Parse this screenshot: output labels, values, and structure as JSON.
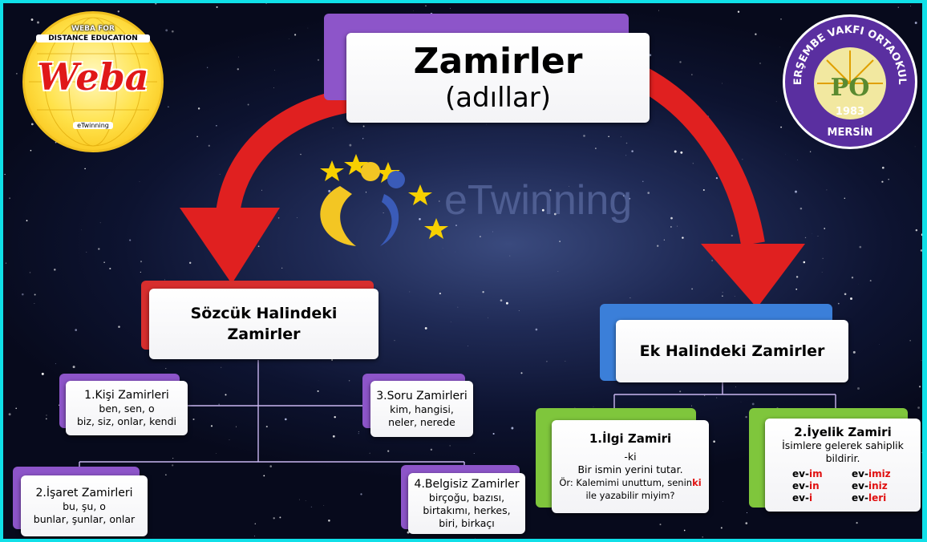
{
  "title": {
    "main": "Zamirler",
    "sub": "(adıllar)"
  },
  "logo_left": {
    "top": "WEBA FOR",
    "line2": "DISTANCE EDUCATION",
    "brand": "Weba",
    "small": "eTwinning"
  },
  "logo_right": {
    "ring": "PERŞEMBE VAKFI ORTAOKULU",
    "year": "1983",
    "city": "MERSİN"
  },
  "etwinning_logo": {
    "text": "eTwinning"
  },
  "branches": {
    "left": {
      "line1": "Sözcük Halindeki",
      "line2": "Zamirler"
    },
    "right": {
      "label": "Ek Halindeki Zamirler"
    }
  },
  "nodes": {
    "kisi": {
      "head": "1.Kişi Zamirleri",
      "l1": "ben, sen, o",
      "l2": "biz, siz, onlar, kendi"
    },
    "soru": {
      "head": "3.Soru Zamirleri",
      "l1": "kim, hangisi,",
      "l2": "neler, nerede"
    },
    "isaret": {
      "head": "2.İşaret Zamirleri",
      "l1": "bu, şu, o",
      "l2": "bunlar, şunlar, onlar"
    },
    "belgisiz": {
      "head": "4.Belgisiz Zamirler",
      "l1": "birçoğu, bazısı,",
      "l2": "birtakımı, herkes,",
      "l3": "biri, birkaçı"
    },
    "ilgi": {
      "head": "1.İlgi Zamiri",
      "l1": "-ki",
      "l2": "Bir ismin yerini tutar.",
      "l3a": "Ör: Kalemimi unuttum, senin",
      "l3b": "ki",
      "l4": "ile yazabilir miyim?"
    },
    "iyelik": {
      "head": "2.İyelik Zamiri",
      "l1": "İsimlere gelerek sahiplik",
      "l2": "bildirir.",
      "pairs": [
        {
          "root": "ev-",
          "suf": "im",
          "root2": "ev-",
          "suf2": "imiz"
        },
        {
          "root": "ev-",
          "suf": "in",
          "root2": "ev-",
          "suf2": "iniz"
        },
        {
          "root": "ev-",
          "suf": "i",
          "root2": "ev-",
          "suf2": "leri"
        }
      ]
    }
  },
  "colors": {
    "frame": "#10e0e8",
    "arrow": "#e02020",
    "purple": "#8d55c9",
    "red": "#d72e2e",
    "blue": "#3b7fd9",
    "green": "#7fc63c"
  }
}
